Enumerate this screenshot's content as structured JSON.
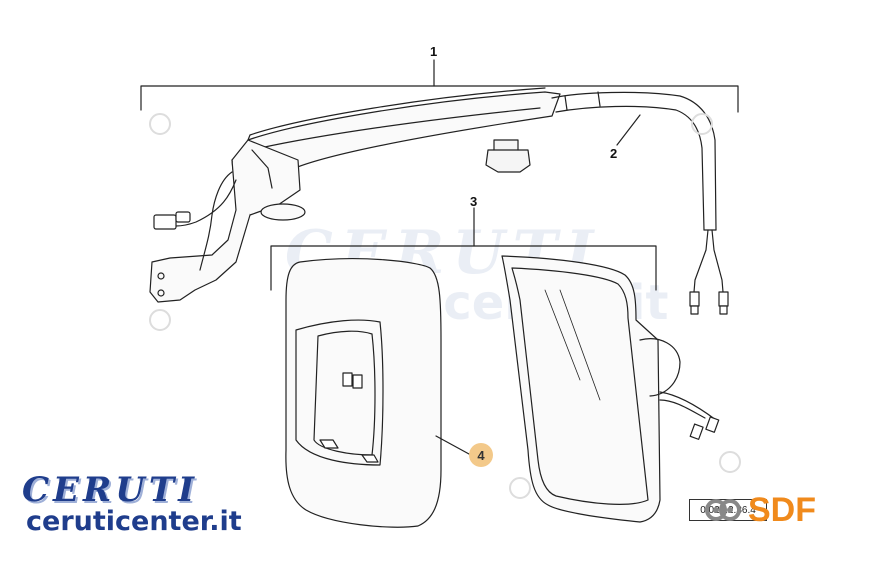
{
  "callouts": {
    "c1": "1",
    "c2": "2",
    "c3": "3",
    "c4": "4"
  },
  "brand": {
    "name": "CERUTI",
    "url": "ceruticenter.it",
    "color": "#1f3d8c"
  },
  "watermark": {
    "name": "CERUTI",
    "url": "ceruticenter.it"
  },
  "reference": "0.020.2.36.4",
  "sdf": {
    "text": "SDF",
    "color": "#f08a1c"
  },
  "colors": {
    "line": "#222222",
    "callout_highlight": "#f3c98a"
  }
}
